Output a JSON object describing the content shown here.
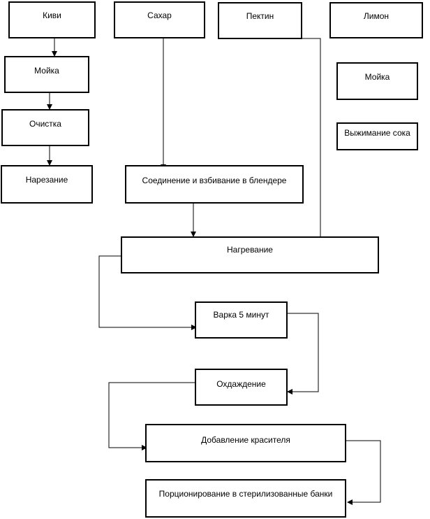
{
  "diagram": {
    "nodes": {
      "kiwi": "Киви",
      "sugar": "Сахар",
      "pectin": "Пектин",
      "lemon": "Лимон",
      "wash_kiwi": "Мойка",
      "wash_lemon": "Мойка",
      "peel": "Очистка",
      "squeeze": "Выжимание сока",
      "cut": "Нарезание",
      "blend": "Соединение и взбивание в блендере",
      "heat": "Нагревание",
      "boil": "Варка 5 минут",
      "cool": "Охдаждение",
      "dye": "Добавление красителя",
      "portion": "Порционирование в стерилизованные банки"
    },
    "edges": [
      {
        "from": "kiwi",
        "to": "wash_kiwi"
      },
      {
        "from": "wash_kiwi",
        "to": "peel"
      },
      {
        "from": "peel",
        "to": "cut"
      },
      {
        "from": "sugar",
        "to": "blend"
      },
      {
        "from": "blend",
        "to": "heat"
      },
      {
        "from": "pectin",
        "to": "heat"
      },
      {
        "from": "heat",
        "to": "boil"
      },
      {
        "from": "boil",
        "to": "cool"
      },
      {
        "from": "cool",
        "to": "dye"
      },
      {
        "from": "dye",
        "to": "portion"
      }
    ]
  }
}
